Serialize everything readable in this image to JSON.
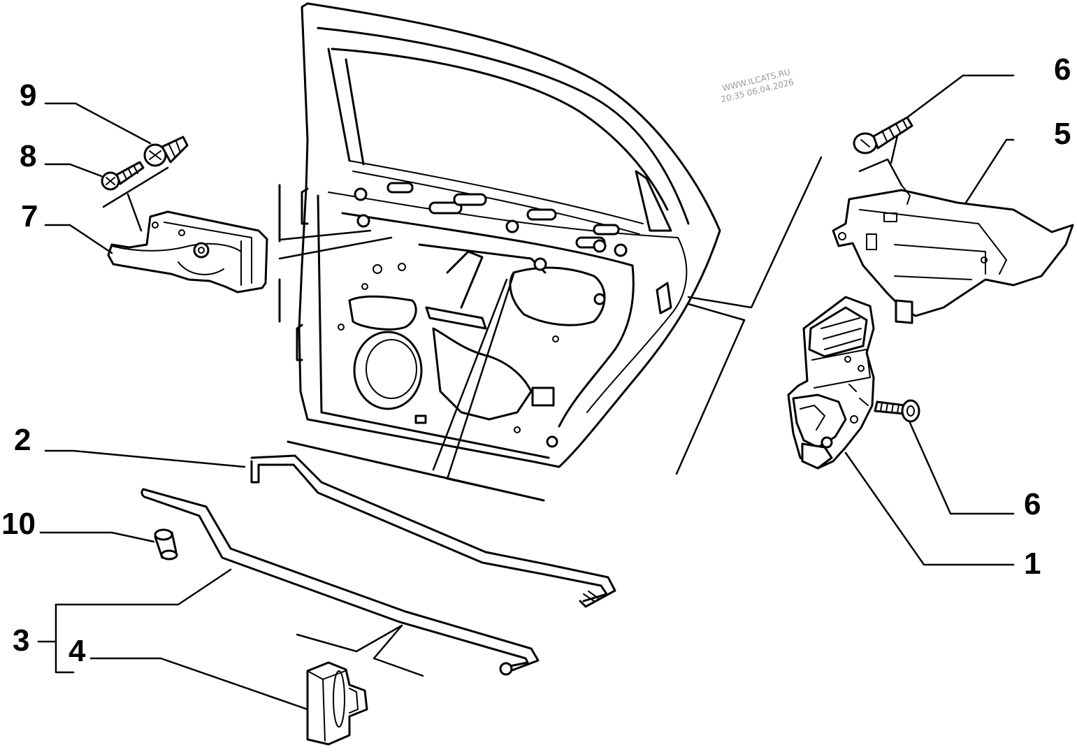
{
  "watermark": {
    "site": "WWW.ILCATS.RU",
    "timestamp": "20:35 06.04.2026"
  },
  "callouts": {
    "c1": "1",
    "c2": "2",
    "c3": "3",
    "c4": "4",
    "c5": "5",
    "c6_top": "6",
    "c6_bottom": "6",
    "c7": "7",
    "c8": "8",
    "c9": "9",
    "c10": "10"
  }
}
